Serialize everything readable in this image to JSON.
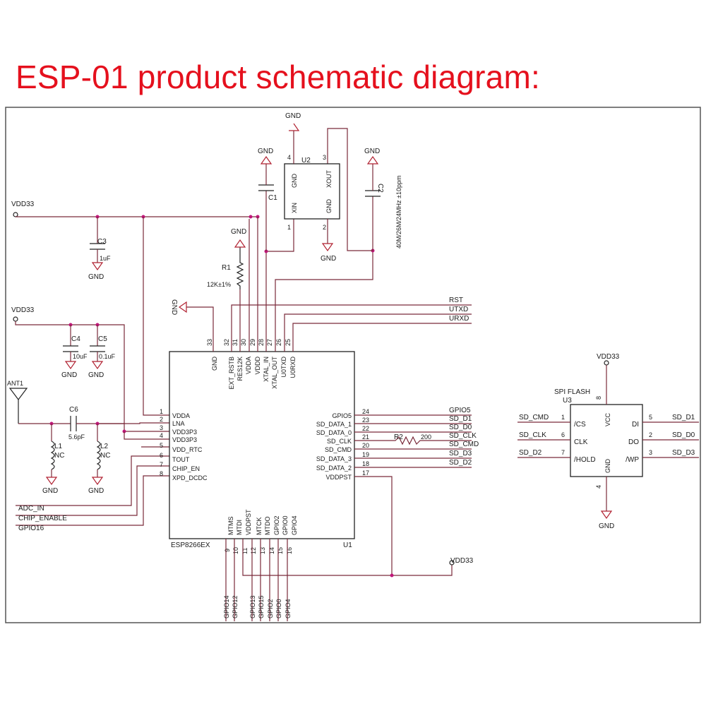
{
  "title": "ESP-01 product schematic diagram:",
  "colors": {
    "title": "#e5101d",
    "wire": "#7a2a3a",
    "junction": "#c0167a",
    "text": "#1a1a1a"
  },
  "nets": {
    "vdd33": "VDD33",
    "gnd": "GND",
    "rst": "RST",
    "utxd": "UTXD",
    "urxd": "URXD",
    "adc_in": "ADC_IN",
    "chip_enable": "CHIP_ENABLE",
    "gpio16": "GPIO16",
    "gpio5": "GPIO5",
    "sd_d1": "SD_D1",
    "sd_d0": "SD_D0",
    "sd_clk": "SD_CLK",
    "sd_cmd": "SD_CMD",
    "sd_d3": "SD_D3",
    "sd_d2": "SD_D2"
  },
  "components": {
    "c1": "C1",
    "c2": "C2",
    "c3": {
      "ref": "C3",
      "value": "1uF"
    },
    "c4": {
      "ref": "C4",
      "value": "10uF"
    },
    "c5": {
      "ref": "C5",
      "value": "0.1uF"
    },
    "c6": {
      "ref": "C6",
      "value": "5.6pF"
    },
    "r1": {
      "ref": "R1",
      "value": "12K±1%"
    },
    "r2": {
      "ref": "R2",
      "value": "200"
    },
    "l1": {
      "ref": "L1",
      "value": "NC"
    },
    "l2": {
      "ref": "L2",
      "value": "NC"
    },
    "ant": "ANT1",
    "crystal": {
      "ref": "U2",
      "note": "40M/26M/24MHz ±10ppm",
      "pins": [
        "GND",
        "XOUT",
        "XIN",
        "GND"
      ],
      "pin_numbers": [
        "4",
        "3",
        "1",
        "2"
      ]
    }
  },
  "u1": {
    "ref": "U1",
    "part": "ESP8266EX",
    "left_pins": [
      {
        "num": "1",
        "name": "VDDA"
      },
      {
        "num": "2",
        "name": "LNA"
      },
      {
        "num": "3",
        "name": "VDD3P3"
      },
      {
        "num": "4",
        "name": "VDD3P3"
      },
      {
        "num": "5",
        "name": "VDD_RTC"
      },
      {
        "num": "6",
        "name": "TOUT"
      },
      {
        "num": "7",
        "name": "CHIP_EN"
      },
      {
        "num": "8",
        "name": "XPD_DCDC"
      }
    ],
    "right_pins": [
      {
        "num": "24",
        "name": "GPIO5"
      },
      {
        "num": "23",
        "name": "SD_DATA_1"
      },
      {
        "num": "22",
        "name": "SD_DATA_0"
      },
      {
        "num": "21",
        "name": "SD_CLK"
      },
      {
        "num": "20",
        "name": "SD_CMD"
      },
      {
        "num": "19",
        "name": "SD_DATA_3"
      },
      {
        "num": "18",
        "name": "SD_DATA_2"
      },
      {
        "num": "17",
        "name": "VDDPST"
      }
    ],
    "top_pins": [
      {
        "num": "33",
        "name": "GND"
      },
      {
        "num": "32",
        "name": "EXT_RSTB"
      },
      {
        "num": "31",
        "name": "RES12K"
      },
      {
        "num": "30",
        "name": "VDDA"
      },
      {
        "num": "29",
        "name": "VDDD"
      },
      {
        "num": "28",
        "name": "XTAL_IN"
      },
      {
        "num": "27",
        "name": "XTAL_OUT"
      },
      {
        "num": "26",
        "name": "U0TXD"
      },
      {
        "num": "25",
        "name": "U0RXD"
      }
    ],
    "bottom_pins": [
      {
        "num": "9",
        "name": "MTMS",
        "net": "GPIO14"
      },
      {
        "num": "10",
        "name": "MTDI",
        "net": "GPIO12"
      },
      {
        "num": "11",
        "name": "VDDPST",
        "net": ""
      },
      {
        "num": "12",
        "name": "MTCK",
        "net": "GPIO13"
      },
      {
        "num": "13",
        "name": "MTDO",
        "net": "GPIO15"
      },
      {
        "num": "14",
        "name": "GPIO2",
        "net": "GPIO2"
      },
      {
        "num": "15",
        "name": "GPIO0",
        "net": "GPIO0"
      },
      {
        "num": "16",
        "name": "GPIO4",
        "net": "GPIO4"
      }
    ]
  },
  "u3": {
    "ref": "U3",
    "part": "SPI FLASH",
    "left_pins": [
      {
        "num": "1",
        "name": "/CS",
        "net": "SD_CMD"
      },
      {
        "num": "6",
        "name": "CLK",
        "net": "SD_CLK"
      },
      {
        "num": "7",
        "name": "/HOLD",
        "net": "SD_D2"
      }
    ],
    "right_pins": [
      {
        "num": "5",
        "name": "DI",
        "net": "SD_D1"
      },
      {
        "num": "2",
        "name": "DO",
        "net": "SD_D0"
      },
      {
        "num": "3",
        "name": "/WP",
        "net": "SD_D3"
      }
    ],
    "top_pin": {
      "num": "8",
      "name": "VCC"
    },
    "bottom_pin": {
      "num": "4",
      "name": "GND"
    }
  }
}
